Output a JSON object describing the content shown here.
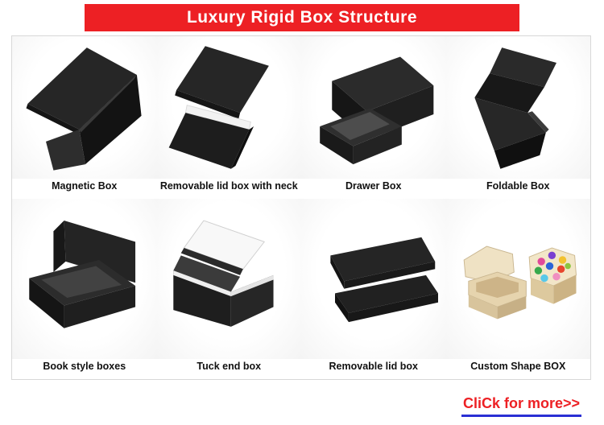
{
  "banner": {
    "title": "Luxury Rigid Box Structure"
  },
  "colors": {
    "accent": "#ed2024",
    "underline": "#2a2fd4"
  },
  "products": [
    {
      "label": "Magnetic Box"
    },
    {
      "label": "Removable lid box with neck"
    },
    {
      "label": "Drawer Box"
    },
    {
      "label": "Foldable Box"
    },
    {
      "label": "Book style boxes"
    },
    {
      "label": "Tuck end box"
    },
    {
      "label": "Removable lid box"
    },
    {
      "label": "Custom Shape BOX"
    }
  ],
  "footer": {
    "cta": "CliCk for more>>"
  }
}
